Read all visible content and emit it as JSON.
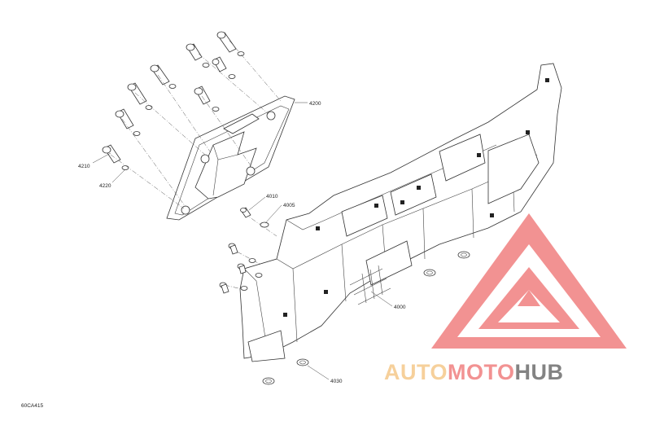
{
  "diagram_code": "60CA415",
  "callouts": {
    "c4200": "4200",
    "c4210": "4210",
    "c4220": "4220",
    "c4010": "4010",
    "c4005": "4005",
    "c4000": "4000",
    "c4030": "4030"
  },
  "watermark": {
    "part1": "AUTO",
    "part2": "MOTO",
    "part3": "HUB",
    "colors": {
      "orange": "#f5c88a",
      "red": "#f08080",
      "gray": "#6e6e6e"
    }
  }
}
